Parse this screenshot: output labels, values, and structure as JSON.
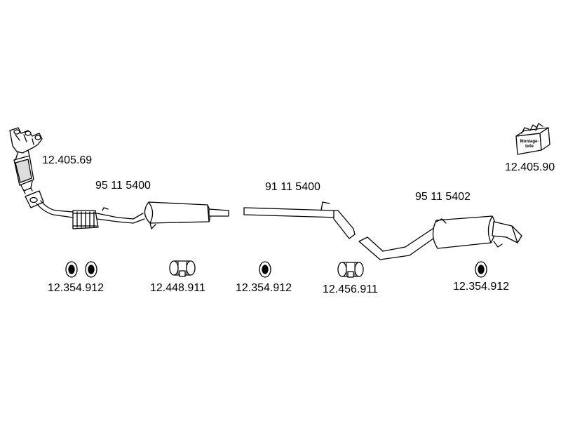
{
  "labels": {
    "manifold_cat": "12.405.69",
    "front_pipe": "95 11 5400",
    "middle_pipe": "91 11 5400",
    "rear_muffler": "95 11 5402",
    "mounting_kit": "12.405.90",
    "rubber_mount_1": "12.354.912",
    "clamp_1": "12.448.911",
    "rubber_mount_2": "12.354.912",
    "clamp_2": "12.456.911",
    "rubber_mount_3": "12.354.912"
  },
  "mounting_box_text": {
    "line1": "Montage-",
    "line2": "teile"
  }
}
